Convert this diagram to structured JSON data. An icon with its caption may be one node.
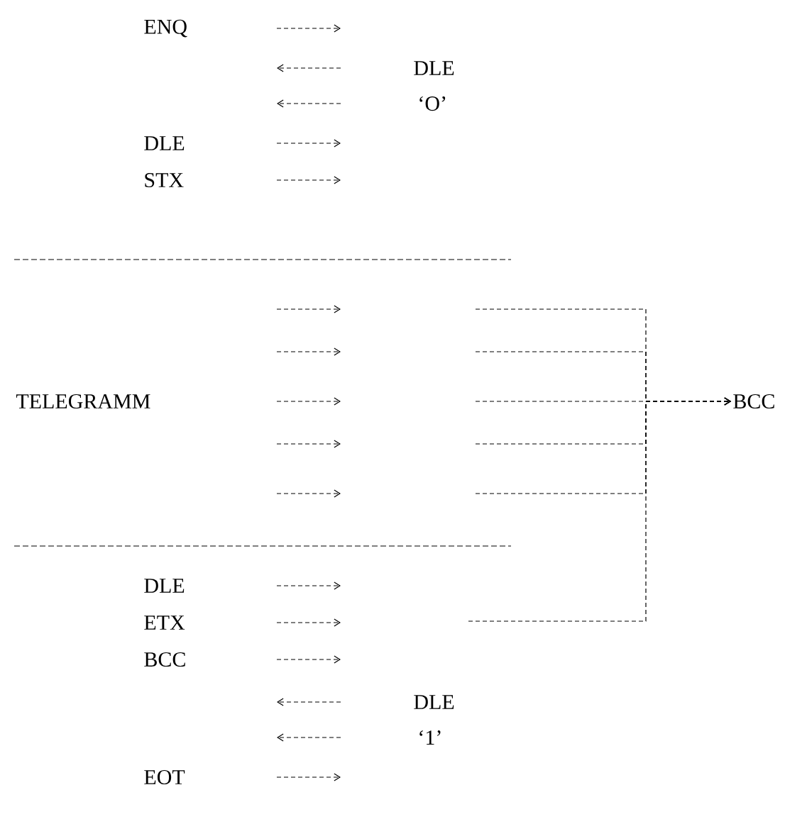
{
  "diagram": {
    "nodes": [
      {
        "text": [
          "ENQ"
        ]
      },
      {
        "text": [
          "DLE"
        ]
      },
      {
        "text": [
          "‘O’"
        ]
      },
      {
        "text": [
          "DLE"
        ]
      },
      {
        "text": [
          "STX"
        ]
      },
      {
        "text": [
          "TELEGRAMM"
        ]
      },
      {
        "text": [
          "BCC"
        ]
      },
      {
        "text": [
          "DLE"
        ]
      },
      {
        "text": [
          "ETX"
        ]
      },
      {
        "text": [
          "BCC"
        ]
      },
      {
        "text": [
          "DLE"
        ]
      },
      {
        "text": [
          "‘1’"
        ]
      },
      {
        "text": [
          "EOT"
        ]
      }
    ],
    "edges": [
      {
        "from": null,
        "to": 6,
        "arrow": "to"
      },
      {
        "from": null,
        "to": 6,
        "arrow": "to"
      },
      {
        "from": null,
        "to": 6,
        "arrow": "to"
      },
      {
        "from": null,
        "to": 6,
        "arrow": "to"
      },
      {
        "from": null,
        "to": 6,
        "arrow": "to"
      },
      {
        "from": null,
        "to": 6,
        "arrow": "to"
      }
    ]
  }
}
